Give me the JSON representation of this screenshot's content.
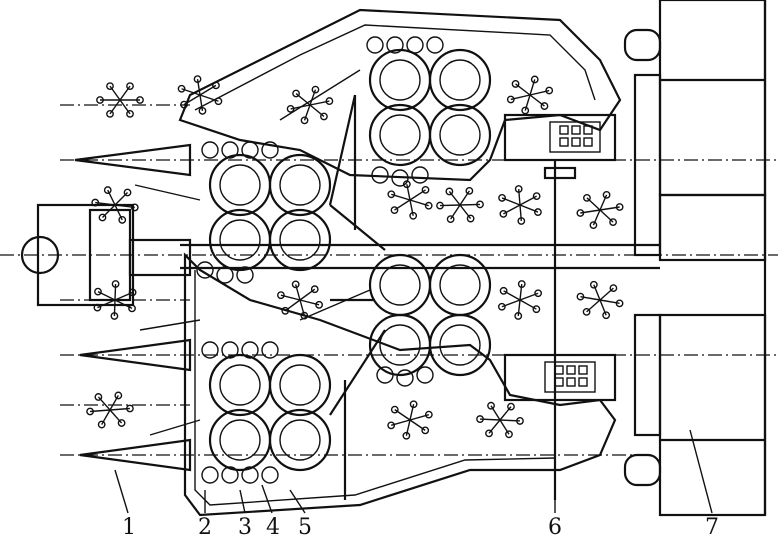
{
  "figure": {
    "callouts": [
      {
        "id": "c1",
        "text": "1"
      },
      {
        "id": "c2",
        "text": "2"
      },
      {
        "id": "c3",
        "text": "3"
      },
      {
        "id": "c4",
        "text": "4"
      },
      {
        "id": "c5",
        "text": "5"
      },
      {
        "id": "c6",
        "text": "6"
      },
      {
        "id": "c7",
        "text": "7"
      }
    ]
  }
}
